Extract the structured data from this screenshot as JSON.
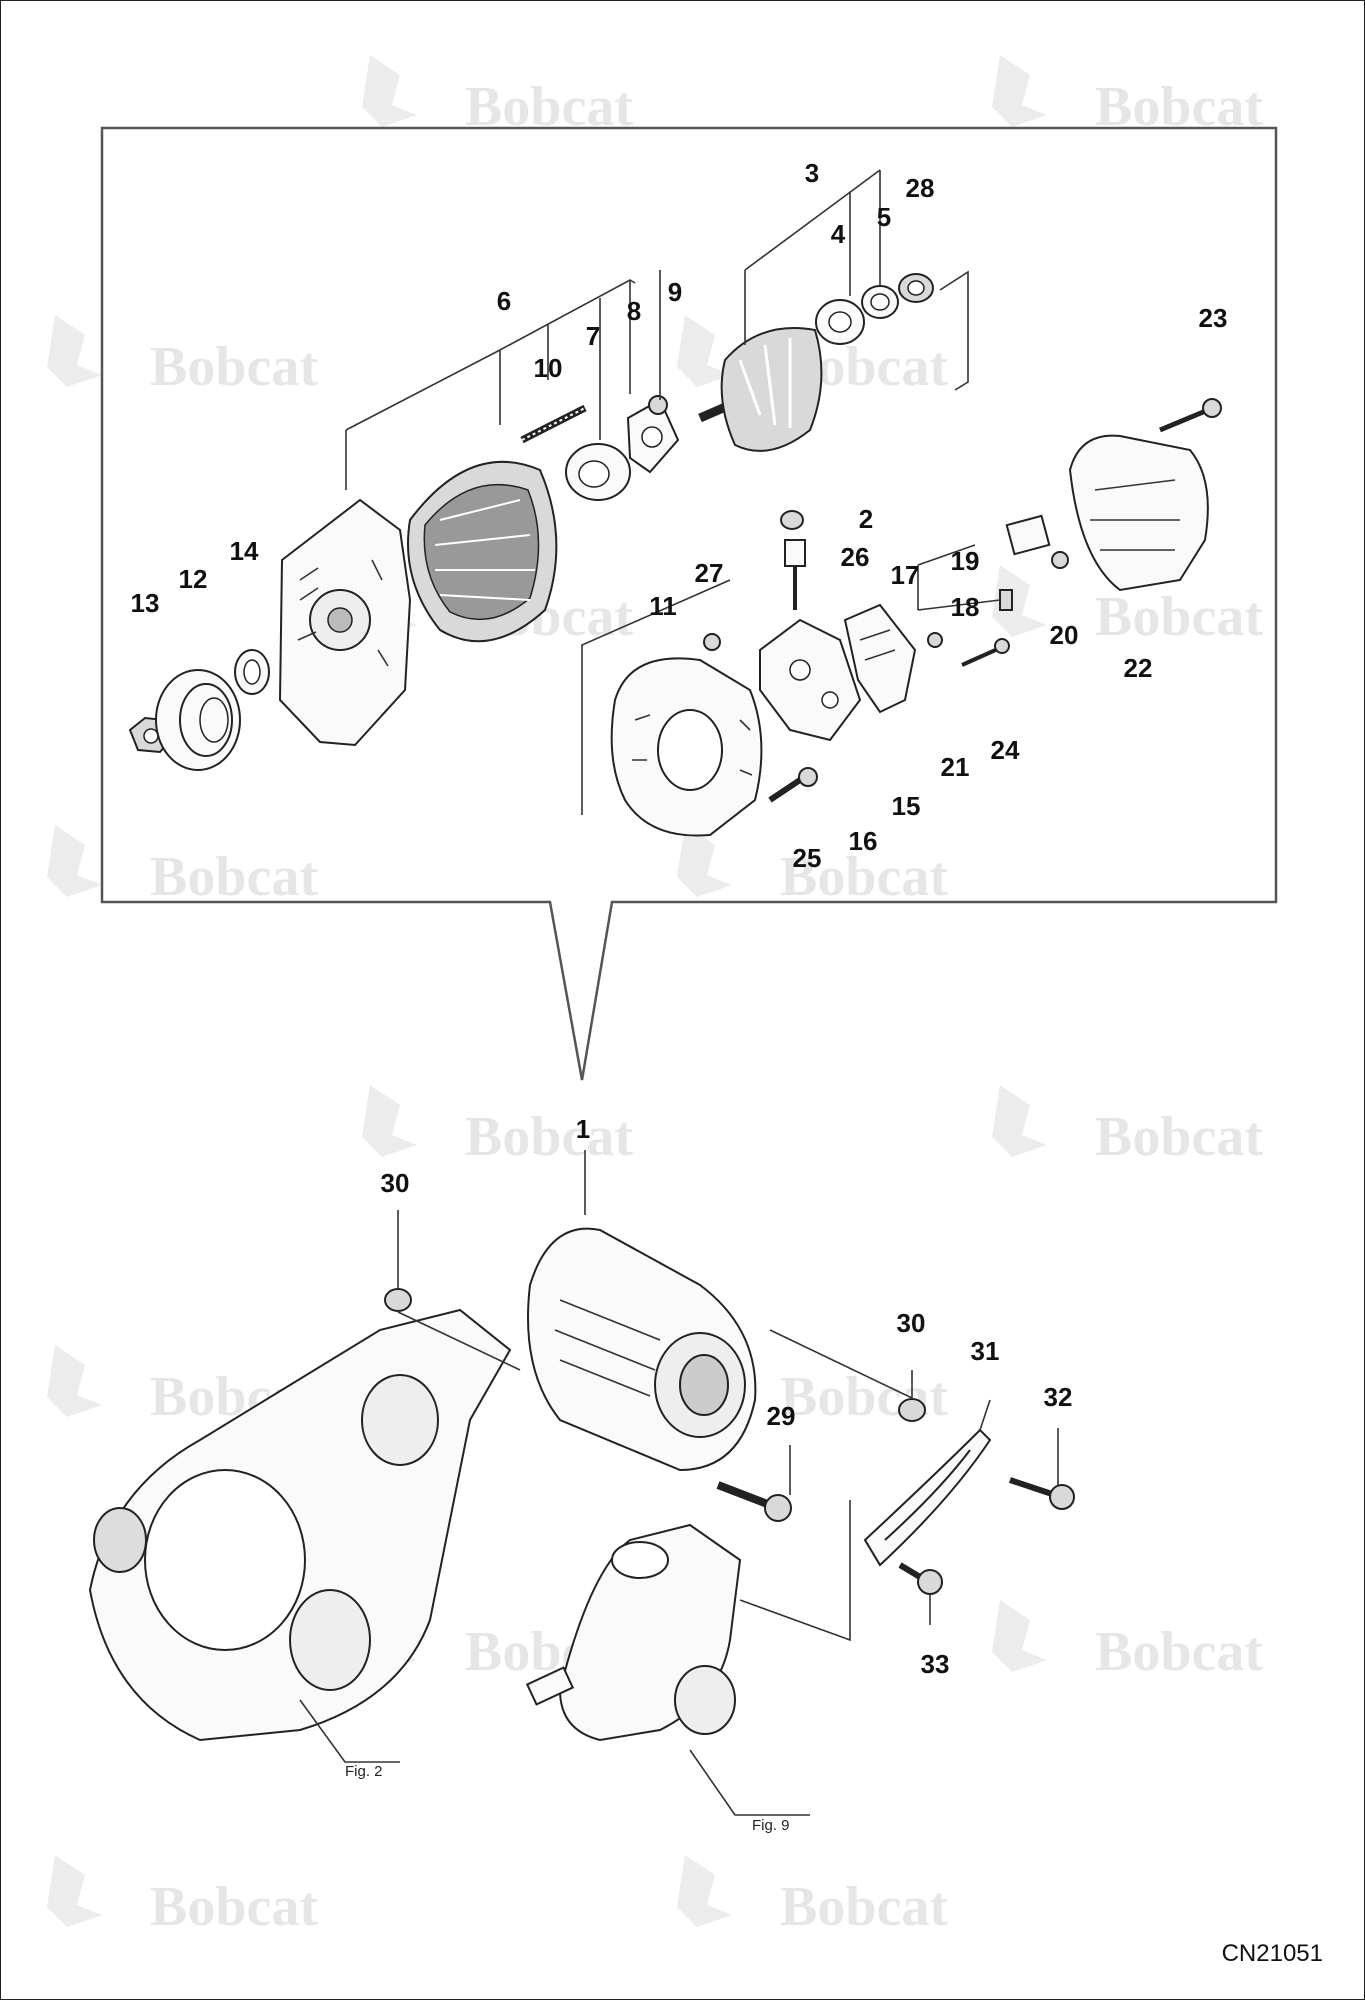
{
  "drawing_code": "CN21051",
  "watermark": {
    "text": "Bobcat"
  },
  "figure_refs": [
    {
      "id": "fig2",
      "text": "Fig. 2"
    },
    {
      "id": "fig9",
      "text": "Fig. 9"
    }
  ],
  "callouts": [
    "1",
    "2",
    "3",
    "4",
    "5",
    "6",
    "7",
    "8",
    "9",
    "10",
    "11",
    "12",
    "13",
    "14",
    "15",
    "16",
    "17",
    "18",
    "19",
    "20",
    "21",
    "22",
    "23",
    "24",
    "25",
    "26",
    "27",
    "28",
    "29",
    "30",
    "30",
    "31",
    "32",
    "33"
  ],
  "colors": {
    "line": "#222222",
    "watermark": "#e6e6e6",
    "background": "#ffffff"
  }
}
